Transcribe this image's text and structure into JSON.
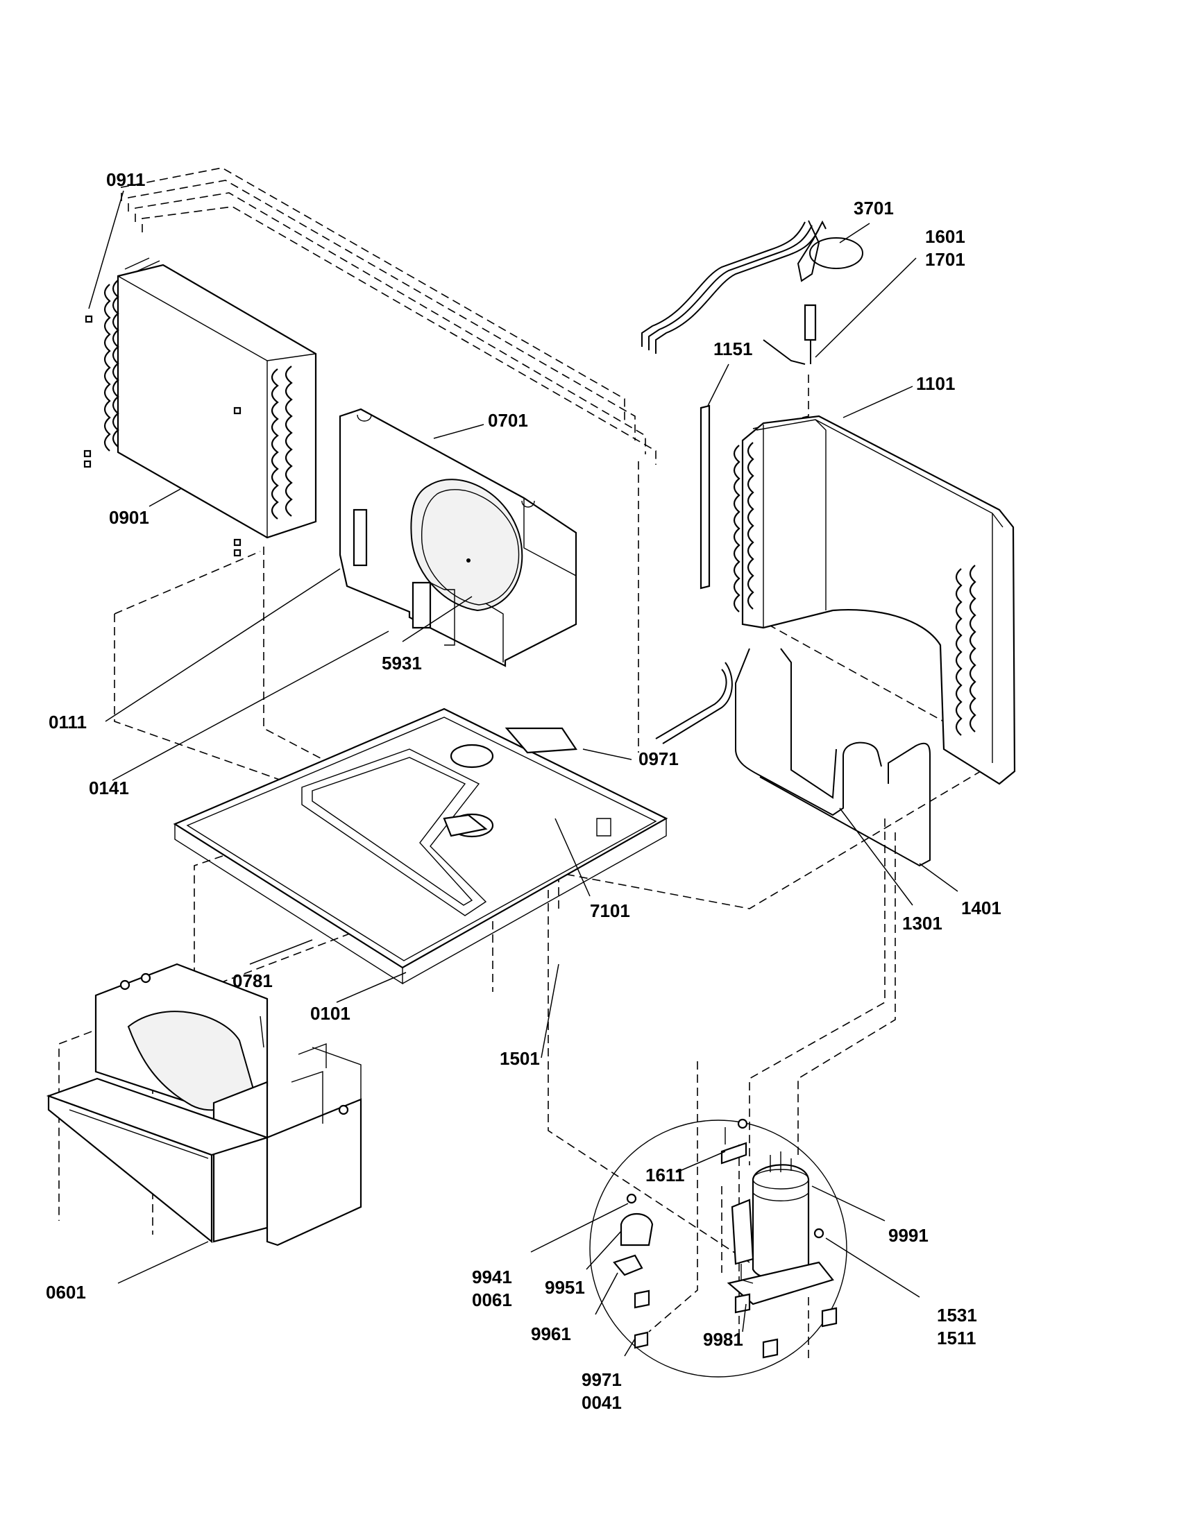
{
  "diagram": {
    "callouts": [
      {
        "id": "c0911",
        "text": "0911"
      },
      {
        "id": "c0901",
        "text": "0901"
      },
      {
        "id": "c0701",
        "text": "0701"
      },
      {
        "id": "c3701",
        "text": "3701"
      },
      {
        "id": "c1601",
        "text": "1601"
      },
      {
        "id": "c1701",
        "text": "1701"
      },
      {
        "id": "c1151",
        "text": "1151"
      },
      {
        "id": "c1101",
        "text": "1101"
      },
      {
        "id": "c5931",
        "text": "5931"
      },
      {
        "id": "c0111",
        "text": "0111"
      },
      {
        "id": "c0141",
        "text": "0141"
      },
      {
        "id": "c0971",
        "text": "0971"
      },
      {
        "id": "c7101",
        "text": "7101"
      },
      {
        "id": "c1301",
        "text": "1301"
      },
      {
        "id": "c1401",
        "text": "1401"
      },
      {
        "id": "c0781",
        "text": "0781"
      },
      {
        "id": "c0101",
        "text": "0101"
      },
      {
        "id": "c1501",
        "text": "1501"
      },
      {
        "id": "c1611",
        "text": "1611"
      },
      {
        "id": "c9991",
        "text": "9991"
      },
      {
        "id": "c9941",
        "text": "9941"
      },
      {
        "id": "c0061",
        "text": "0061"
      },
      {
        "id": "c9951",
        "text": "9951"
      },
      {
        "id": "c1531",
        "text": "1531"
      },
      {
        "id": "c1511",
        "text": "1511"
      },
      {
        "id": "c9961",
        "text": "9961"
      },
      {
        "id": "c9981",
        "text": "9981"
      },
      {
        "id": "c9971",
        "text": "9971"
      },
      {
        "id": "c0041",
        "text": "0041"
      },
      {
        "id": "c0601",
        "text": "0601"
      }
    ]
  }
}
